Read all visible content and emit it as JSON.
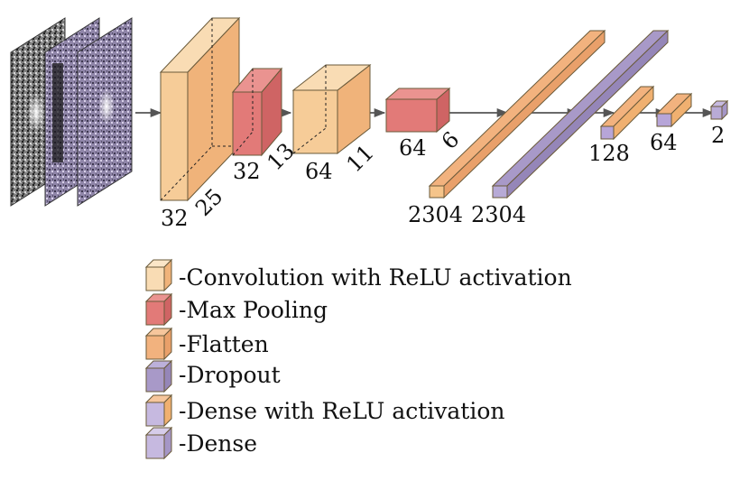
{
  "colors": {
    "convolution": "#f5c48a",
    "convolution_side": "#f0b070",
    "max_pooling": "#e07070",
    "flatten": "#f2b27e",
    "dropout": "#a899c8",
    "dense_relu_a": "#b7a5d8",
    "dense_relu_b": "#f2b27e",
    "dense": "#b9abd6",
    "arrow": "#666666"
  },
  "input": {
    "icon": "input-image-stack"
  },
  "layers": {
    "conv1": {
      "depth": "32",
      "width": "25"
    },
    "pool1": {
      "depth": "32",
      "width": "13"
    },
    "conv2": {
      "depth": "64",
      "width": "11"
    },
    "pool2": {
      "depth": "64",
      "width": "6"
    },
    "flatten": {
      "size": "2304"
    },
    "dropout": {
      "size": "2304"
    },
    "dense1": {
      "size": "128"
    },
    "dense2": {
      "size": "64"
    },
    "output": {
      "size": "2"
    }
  },
  "legend": [
    {
      "label": "-Convolution with ReLU activation"
    },
    {
      "label": "-Max Pooling"
    },
    {
      "label": "-Flatten"
    },
    {
      "label": "-Dropout"
    },
    {
      "label": "-Dense with ReLU activation"
    },
    {
      "label": "-Dense"
    }
  ]
}
